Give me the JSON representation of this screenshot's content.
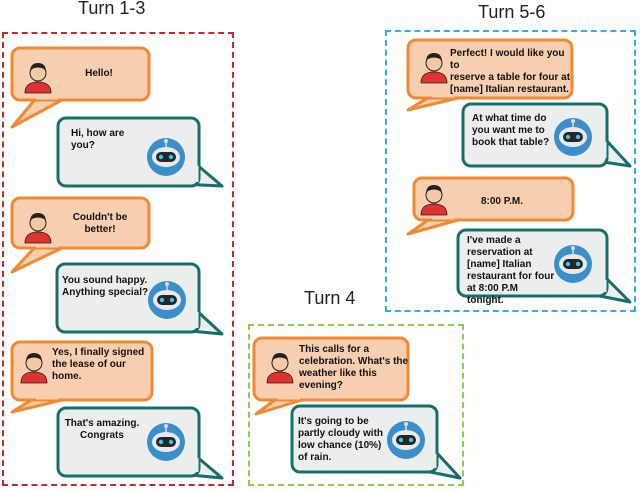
{
  "colors": {
    "user_fill": "#f7cfb0",
    "user_stroke": "#f08a32",
    "bot_fill": "#eceeee",
    "bot_stroke": "#176e6b",
    "turns_1_3_border": "#c52a2a",
    "turn_4_border": "#8ccf4a",
    "turns_5_6_border": "#2bb0e8"
  },
  "groups": [
    {
      "title": "Turn 1-3"
    },
    {
      "title": "Turn 4"
    },
    {
      "title": "Turn 5-6"
    }
  ],
  "messages": [
    {
      "speaker": "user",
      "icon": "user-avatar-icon",
      "text": "Hello!"
    },
    {
      "speaker": "bot",
      "icon": "robot-avatar-icon",
      "text": "Hi, how are\nyou?"
    },
    {
      "speaker": "user",
      "icon": "user-avatar-icon",
      "text": "Couldn't be\nbetter!"
    },
    {
      "speaker": "bot",
      "icon": "robot-avatar-icon",
      "text": "You sound happy.\nAnything special?"
    },
    {
      "speaker": "user",
      "icon": "user-avatar-icon",
      "text": "Yes, I finally signed\nthe lease of our\nhome."
    },
    {
      "speaker": "bot",
      "icon": "robot-avatar-icon",
      "text": "That's amazing.\nCongrats"
    },
    {
      "speaker": "user",
      "icon": "user-avatar-icon",
      "text": "This calls for a\ncelebration. What's the\nweather like this\nevening?"
    },
    {
      "speaker": "bot",
      "icon": "robot-avatar-icon",
      "text": "It's going to be\npartly cloudy with\nlow chance (10%)\nof rain."
    },
    {
      "speaker": "user",
      "icon": "user-avatar-icon",
      "text": "Perfect! I would like you to\nreserve a table for four at\n[name] Italian restaurant."
    },
    {
      "speaker": "bot",
      "icon": "robot-avatar-icon",
      "text": "At what time do\nyou want me to\nbook that table?"
    },
    {
      "speaker": "user",
      "icon": "user-avatar-icon",
      "text": "8:00 P.M."
    },
    {
      "speaker": "bot",
      "icon": "robot-avatar-icon",
      "text": "I've made a\nreservation at\n[name] Italian\nrestaurant for four\nat 8:00 P.M\ntonight."
    }
  ]
}
